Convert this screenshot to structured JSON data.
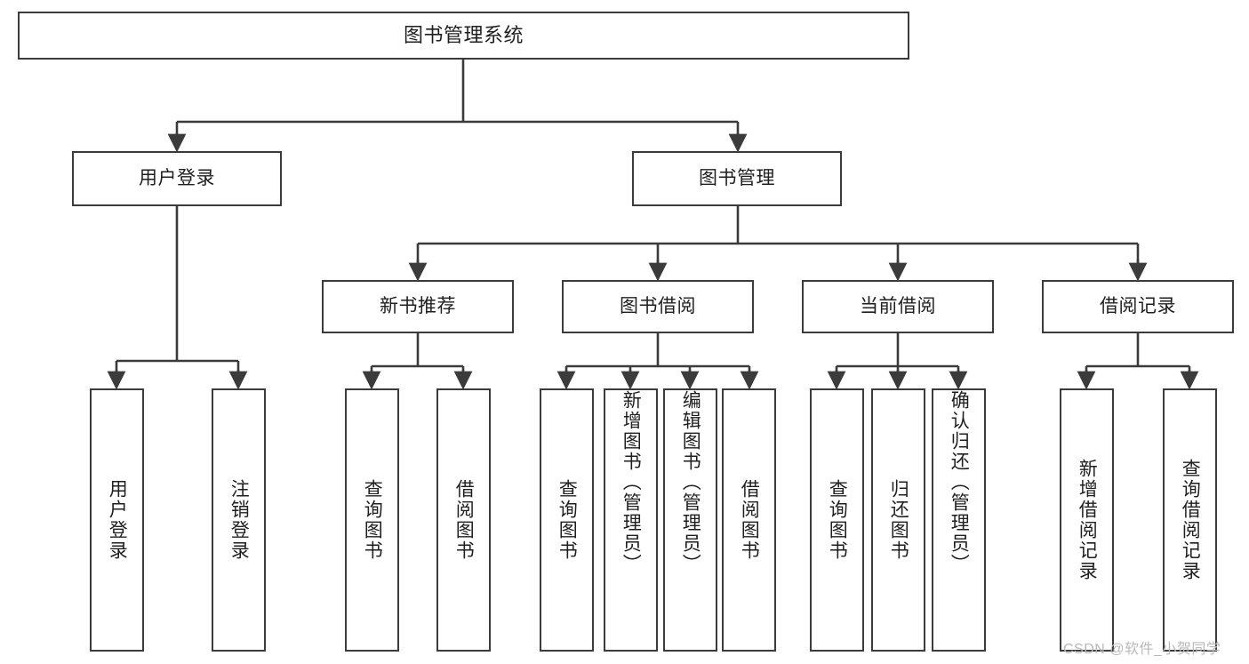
{
  "diagram": {
    "title": "图书管理系统",
    "type": "hierarchy-tree",
    "colors": {
      "stroke": "#3b3b3b",
      "fill": "#ffffff",
      "text": "#1f1f1f",
      "watermark": "#b8b8b8"
    },
    "nodes": {
      "root": {
        "label": "图书管理系统"
      },
      "level1": [
        {
          "label": "用户登录"
        },
        {
          "label": "图书管理"
        }
      ],
      "level2": [
        {
          "label": "新书推荐"
        },
        {
          "label": "图书借阅"
        },
        {
          "label": "当前借阅"
        },
        {
          "label": "借阅记录"
        }
      ],
      "leaves_user_login": [
        {
          "label": "用户登录"
        },
        {
          "label": "注销登录"
        }
      ],
      "leaves_new_book": [
        {
          "label": "查询图书"
        },
        {
          "label": "借阅图书"
        }
      ],
      "leaves_borrow": [
        {
          "label": "查询图书"
        },
        {
          "label": "新增图书（管理员）"
        },
        {
          "label": "编辑图书（管理员）"
        },
        {
          "label": "借阅图书"
        }
      ],
      "leaves_current": [
        {
          "label": "查询图书"
        },
        {
          "label": "归还图书"
        },
        {
          "label": "确认归还（管理员）"
        }
      ],
      "leaves_records": [
        {
          "label": "新增借阅记录"
        },
        {
          "label": "查询借阅记录"
        }
      ]
    },
    "watermark": "CSDN @软件_小贺同学"
  }
}
